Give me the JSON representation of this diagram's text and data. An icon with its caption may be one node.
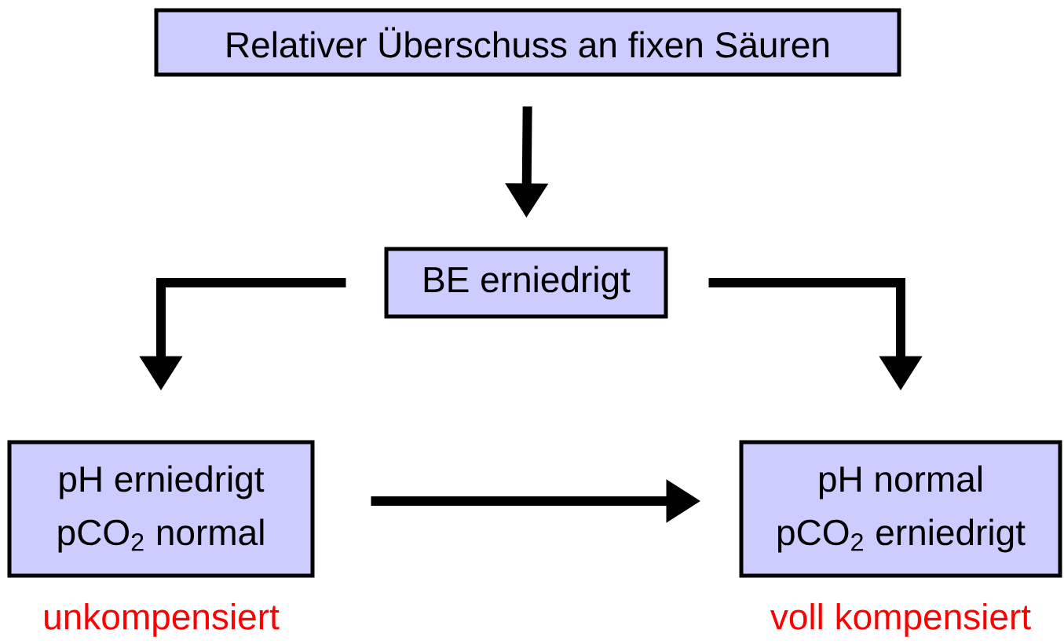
{
  "diagram": {
    "nodes": [
      {
        "text": [
          "Relativer Überschuss an fixen Säuren"
        ]
      },
      {
        "text": [
          "BE erniedrigt"
        ]
      },
      {
        "text": [
          "pH erniedrigt",
          "pCO$_{2}$ normal"
        ],
        "beside": [
          "unkompensiert"
        ]
      },
      {
        "text": [
          "pH normal",
          "pCO$_{2}$ erniedrigt"
        ],
        "beside": [
          "voll kompensiert"
        ]
      }
    ],
    "edges": [
      {
        "from": 0,
        "to": 1,
        "arrow": "to"
      },
      {
        "from": 1,
        "to": 2,
        "arrow": "to"
      },
      {
        "from": 1,
        "to": 3,
        "arrow": "to"
      },
      {
        "from": 2,
        "to": 3,
        "arrow": "to"
      }
    ]
  }
}
